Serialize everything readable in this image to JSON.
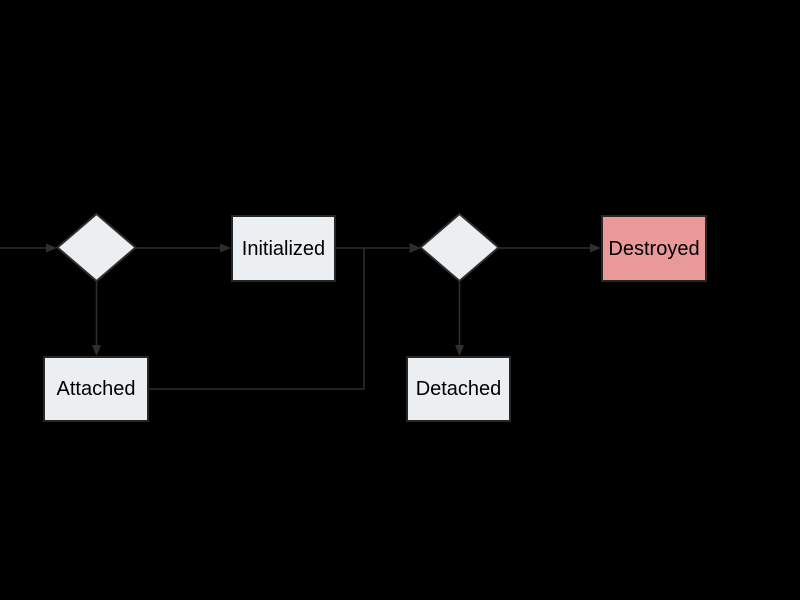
{
  "diagram": {
    "type": "flowchart-state-diagram",
    "colors": {
      "background": "#000000",
      "node_fill": "#eceff1",
      "destroyed_fill": "#ea9999",
      "stroke": "#2e2e2e",
      "node_border": "#262626",
      "text": "#000000"
    },
    "nodes": {
      "decision_left": {
        "type": "decision",
        "label": ""
      },
      "initialized": {
        "type": "process",
        "label": "Initialized"
      },
      "decision_right": {
        "type": "decision",
        "label": ""
      },
      "destroyed": {
        "type": "process",
        "label": "Destroyed"
      },
      "attached": {
        "type": "process",
        "label": "Attached"
      },
      "detached": {
        "type": "process",
        "label": "Detached"
      }
    },
    "edges": [
      {
        "from": "offscreen-left",
        "to": "decision_left",
        "arrow": true
      },
      {
        "from": "decision_left",
        "to": "initialized",
        "arrow": true
      },
      {
        "from": "decision_left",
        "to": "attached",
        "arrow": true
      },
      {
        "from": "initialized",
        "to": "decision_right",
        "arrow": true
      },
      {
        "from": "attached",
        "to": "decision_right",
        "arrow": true
      },
      {
        "from": "decision_right",
        "to": "destroyed",
        "arrow": true
      },
      {
        "from": "decision_right",
        "to": "detached",
        "arrow": true
      }
    ]
  }
}
